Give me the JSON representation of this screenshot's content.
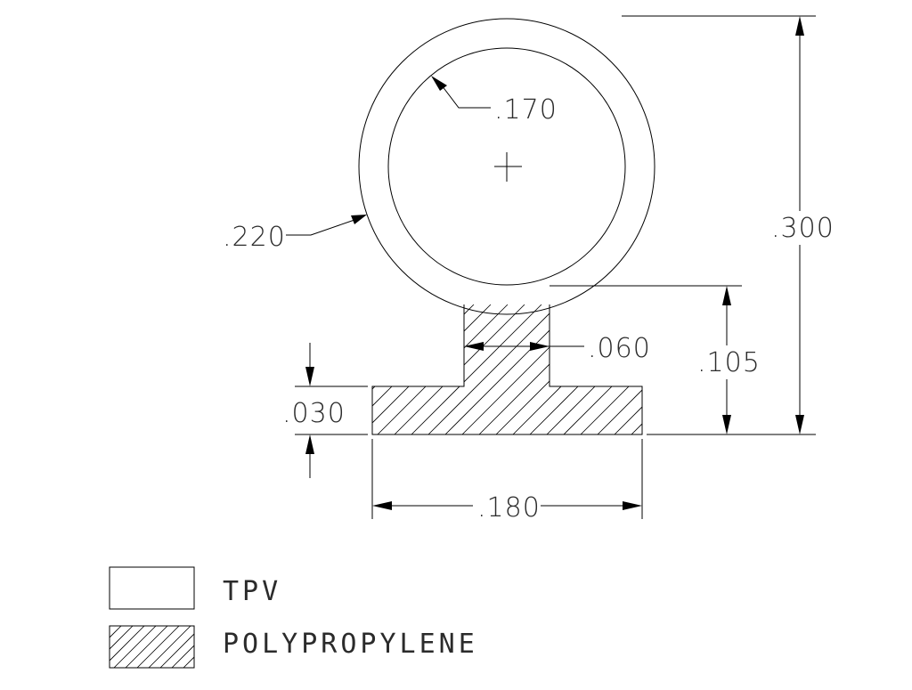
{
  "dimensions": {
    "inner_diameter": ".170",
    "outer_diameter": ".220",
    "overall_height": ".300",
    "base_height": ".105",
    "stem_width": ".060",
    "flange_thickness": ".030",
    "base_width": ".180"
  },
  "legend": [
    {
      "label": "TPV",
      "pattern": "solid"
    },
    {
      "label": "POLYPROPYLENE",
      "pattern": "hatched"
    }
  ]
}
